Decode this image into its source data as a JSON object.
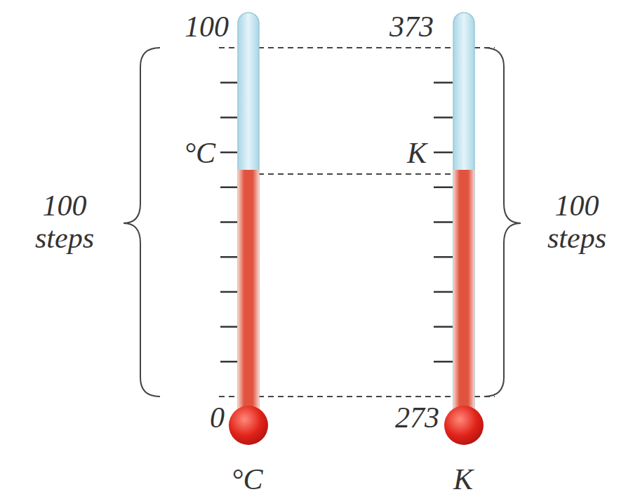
{
  "diagram": {
    "labels": [
      "100",
      "373",
      "°C",
      "K",
      "100 steps",
      "100 steps",
      "0",
      "273",
      "°C",
      "K"
    ]
  }
}
